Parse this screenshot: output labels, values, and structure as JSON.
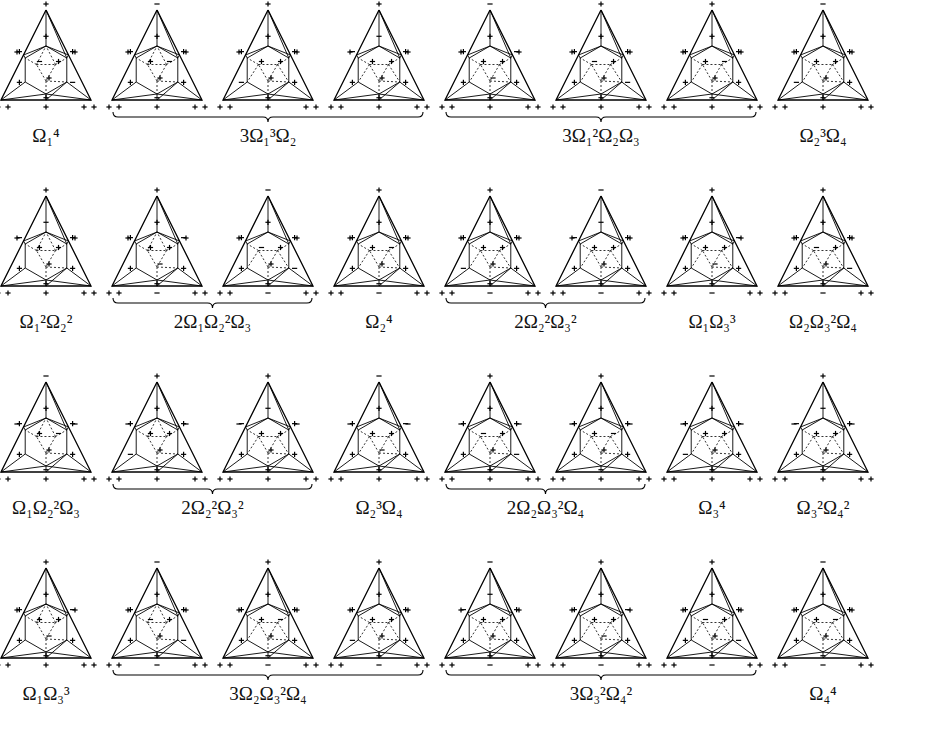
{
  "diagram": {
    "labels": [
      "Ω₁⁴",
      "3Ω₁³Ω₂",
      "3Ω₁²Ω₂Ω₃",
      "Ω₂³Ω₄",
      "Ω₁²Ω₂²",
      "2Ω₁Ω₂²Ω₃",
      "Ω₂⁴",
      "2Ω₂²Ω₃²",
      "Ω₁Ω₃³",
      "Ω₂Ω₃²Ω₄",
      "Ω₁Ω₂²Ω₃",
      "2Ω₂²Ω₃²",
      "Ω₂³Ω₄",
      "2Ω₂Ω₃²Ω₄",
      "Ω₃⁴",
      "Ω₃²Ω₄²",
      "Ω₁Ω₃³",
      "3Ω₂Ω₃²Ω₄",
      "3Ω₃²Ω₄²",
      "Ω₄⁴"
    ]
  }
}
